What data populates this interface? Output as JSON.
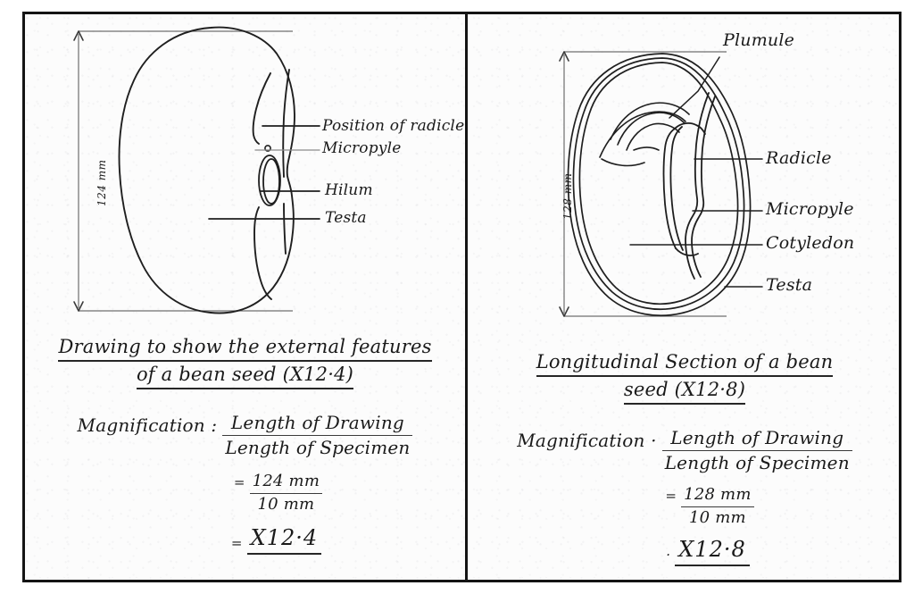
{
  "document": {
    "kind": "biology-practical-drawing-sheet",
    "panel_count": 2
  },
  "left_panel": {
    "title": "External features of a bean seed",
    "dimension_label": "124 mm",
    "labels": [
      {
        "id": "position-of-radicle",
        "text": "Position of radicle"
      },
      {
        "id": "micropyle",
        "text": "Micropyle"
      },
      {
        "id": "hilum",
        "text": "Hilum"
      },
      {
        "id": "testa",
        "text": "Testa"
      }
    ],
    "caption": {
      "line1": "Drawing to show the external features",
      "line2": "of a bean seed (X12·4)"
    },
    "magnification": {
      "lead": "Magnification :",
      "numerator": "Length of Drawing",
      "denominator": "Length of Specimen",
      "eq_sign": "=",
      "value_numerator": "124 mm",
      "value_denominator": "10 mm",
      "result_sign": "=",
      "result": "X12·4"
    }
  },
  "right_panel": {
    "title": "Longitudinal section of a bean seed",
    "dimension_label": "128 mm",
    "labels": [
      {
        "id": "plumule",
        "text": "Plumule"
      },
      {
        "id": "radicle",
        "text": "Radicle"
      },
      {
        "id": "micropyle",
        "text": "Micropyle"
      },
      {
        "id": "cotyledon",
        "text": "Cotyledon"
      },
      {
        "id": "testa",
        "text": "Testa"
      }
    ],
    "caption": {
      "line1": "Longitudinal Section of a bean",
      "line2": "seed (X12·8)"
    },
    "magnification": {
      "lead": "Magnification ·",
      "numerator": "Length of Drawing",
      "denominator": "Length of Specimen",
      "eq_sign": "=",
      "value_numerator": "128 mm",
      "value_denominator": "10 mm",
      "result_sign": "·",
      "result": "X12·8"
    }
  },
  "colors": {
    "ink": "#1a1a1a",
    "paper": "#fcfcfc",
    "frame": "#141414"
  }
}
